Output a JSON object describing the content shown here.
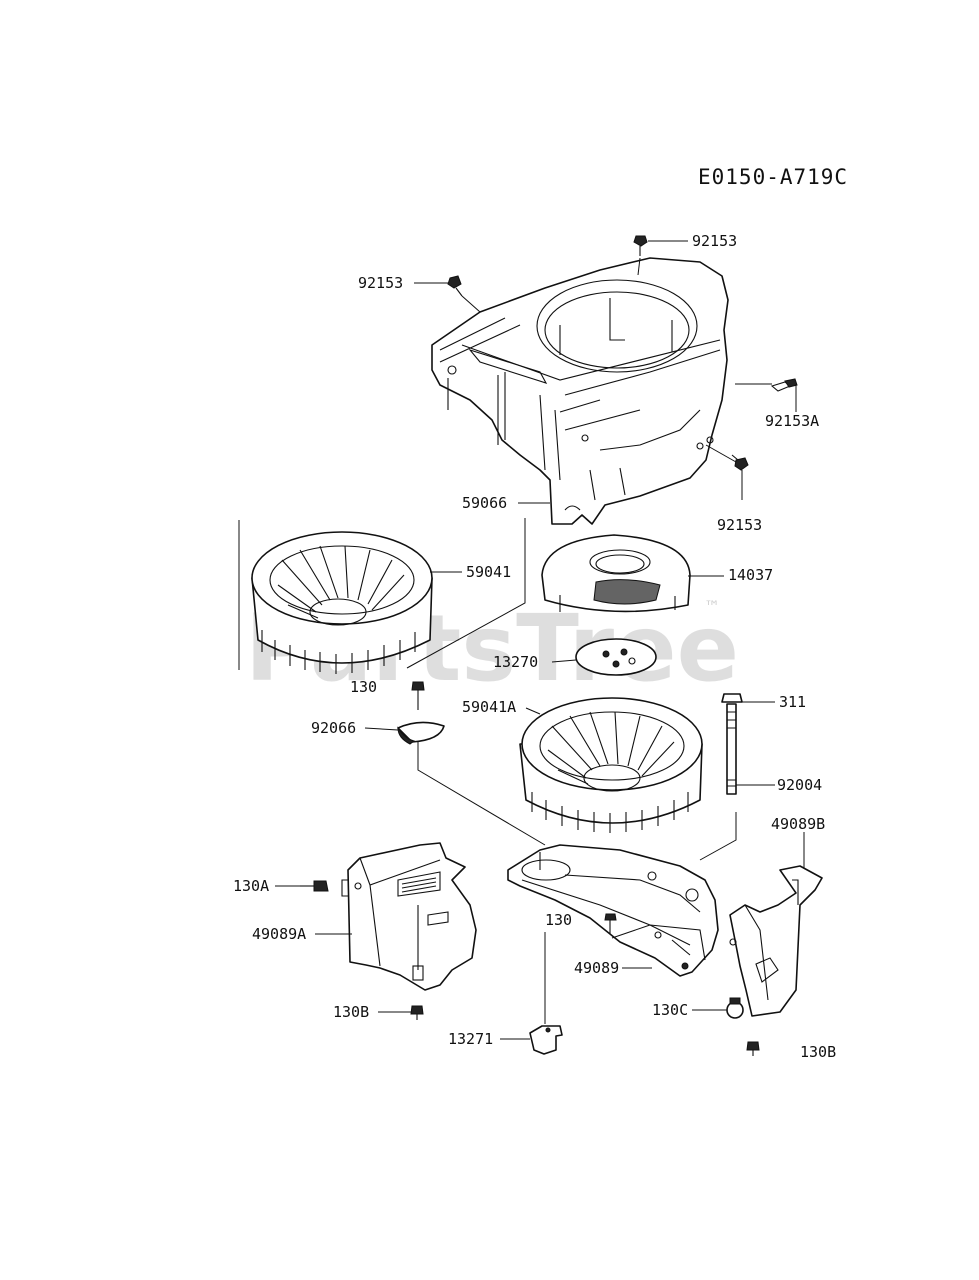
{
  "diagram_code": "E0150-A719C",
  "watermark": {
    "text": "PartsTree",
    "trademark": "™"
  },
  "labels": {
    "l92153_top": "92153",
    "l92153_left": "92153",
    "l92153A": "92153A",
    "l92153_right": "92153",
    "l59066": "59066",
    "l59041": "59041",
    "l14037": "14037",
    "l13270": "13270",
    "l130_mid": "130",
    "l92066": "92066",
    "l59041A": "59041A",
    "l311": "311",
    "l92004": "92004",
    "l49089B": "49089B",
    "l130A": "130A",
    "l49089A": "49089A",
    "l130_low": "130",
    "l49089": "49089",
    "l130B_left": "130B",
    "l130C": "130C",
    "l13271": "13271",
    "l130B_right": "130B"
  }
}
